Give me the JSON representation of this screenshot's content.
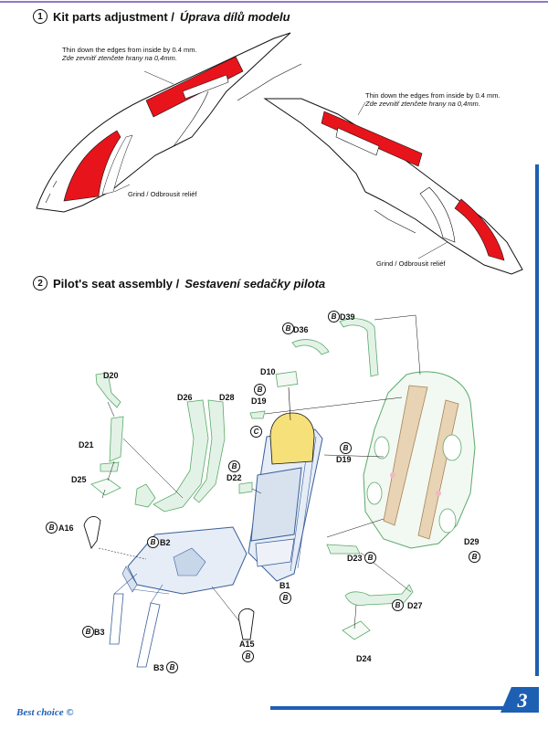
{
  "step1": {
    "number": "1",
    "title_en": "Kit parts adjustment /",
    "title_cz": "Úprava dílů modelu"
  },
  "step2": {
    "number": "2",
    "title_en": "Pilot's seat assembly /",
    "title_cz": "Sestavení sedačky pilota"
  },
  "notes": {
    "thin_left_en": "Thin down the edges from inside by 0.4 mm.",
    "thin_left_cz": "Zde zevnitř ztenčete hrany na 0,4mm.",
    "thin_right_en": "Thin down the edges from inside by 0.4 mm.",
    "thin_right_cz": "Zde zevnitř ztenčete hrany na 0,4mm.",
    "grind_left": "Grind / Odbrousit reliéf",
    "grind_right": "Grind / Odbrousit reliéf"
  },
  "parts": {
    "d20": "D20",
    "d21": "D21",
    "d25": "D25",
    "d26": "D26",
    "d28": "D28",
    "d22": "D22",
    "d10": "D10",
    "d19a": "D19",
    "d36": "D36",
    "d39": "D39",
    "d19b": "D19",
    "d29": "D29",
    "d23": "D23",
    "d27": "D27",
    "d24": "D24",
    "a16": "A16",
    "b2": "B2",
    "b3a": "B3",
    "b3b": "B3",
    "a15": "A15",
    "b1": "B1"
  },
  "sprue_letters": {
    "b": "B",
    "c": "C"
  },
  "footer": {
    "brand": "Best choice ©",
    "page": "3"
  },
  "colors": {
    "red": "#e8141b",
    "green_part": "#5aaa6a",
    "pe_gold": "#c9a97a",
    "yellow": "#f5e07a",
    "blue_part": "#3a5f9a",
    "accent_blue": "#1d5fb3"
  }
}
